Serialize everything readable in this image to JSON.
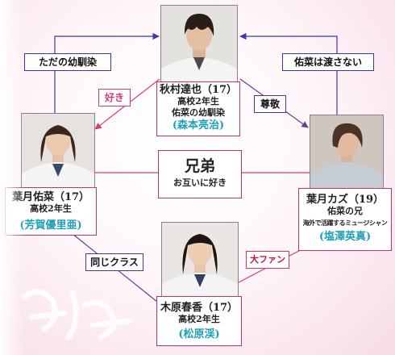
{
  "characters": [
    {
      "name": "秋村達也（17）",
      "grade": "高校2年生",
      "role": "佑菜の幼馴染",
      "actor": "(森本亮治)"
    },
    {
      "name": "葉月佑菜（17）",
      "grade": "高校2年生",
      "role": "",
      "actor": "(芳賀優里亜)"
    },
    {
      "name": "葉月カズ（19）",
      "grade": "佑菜の兄",
      "role": "海外で活躍するミュージシャン",
      "actor": "(塩澤英真)"
    },
    {
      "name": "木原春香（17）",
      "grade": "高校2年生",
      "role": "",
      "actor": "(松原渓)"
    }
  ],
  "center": {
    "title": "兄弟",
    "subtitle": "お互いに好き"
  },
  "relations": {
    "childhood_friend": "ただの幼馴染",
    "love": "好き",
    "respect": "尊敬",
    "wont_give": "佑菜は渡さない",
    "same_class": "同じクラス",
    "big_fan": "大ファン"
  },
  "colors": {
    "blue_line": "#3a3aa8",
    "purple_line": "#6a3a9a",
    "pink_line": "#d23d78",
    "actor_text": "#1e9fb7"
  }
}
